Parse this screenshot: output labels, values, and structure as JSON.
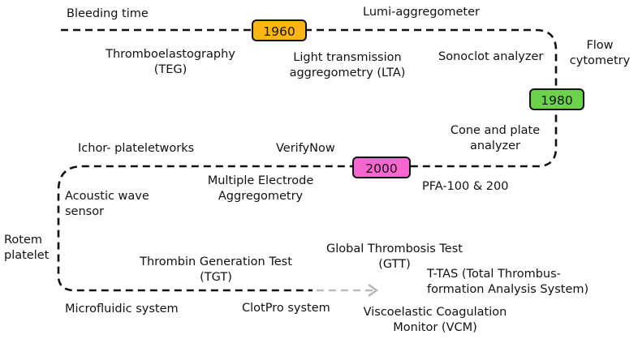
{
  "milestones": {
    "m1960": {
      "label": "1960",
      "color": "#fbb615"
    },
    "m1980": {
      "label": "1980",
      "color": "#6cd14b"
    },
    "m2000": {
      "label": "2000",
      "color": "#f767cf"
    }
  },
  "labels": {
    "bleeding_time": "Bleeding time",
    "lumi_aggregometer": "Lumi-aggregometer",
    "flow_cytometry_1": "Flow",
    "flow_cytometry_2": "cytometry",
    "teg_1": "Thromboelastography",
    "teg_2": "(TEG)",
    "lta_1": "Light transmission",
    "lta_2": "aggregometry (LTA)",
    "sonoclot": "Sonoclot analyzer",
    "cone_plate_1": "Cone and plate",
    "cone_plate_2": "analyzer",
    "ichor_1": "Ichor- plateletworks",
    "verifynow": "VerifyNow",
    "mea_1": "Multiple Electrode",
    "mea_2": "Aggregometry",
    "pfa": "PFA-100 & 200",
    "acoustic_1": "Acoustic wave",
    "acoustic_2": "sensor",
    "rotem_1": "Rotem",
    "rotem_2": "platelet",
    "tgt_1": "Thrombin Generation Test",
    "tgt_2": "(TGT)",
    "gtt_1": "Global Thrombosis Test",
    "gtt_2": "(GTT)",
    "ttas_1": "T-TAS (Total Thrombus-",
    "ttas_2": "formation Analysis System)",
    "microfluidic": "Microfluidic system",
    "clotpro": "ClotPro system",
    "vcm_1": "Viscoelastic Coagulation",
    "vcm_2": "Monitor (VCM)"
  },
  "colors": {
    "path": "#111111",
    "future_arrow": "#bbbbbb"
  }
}
